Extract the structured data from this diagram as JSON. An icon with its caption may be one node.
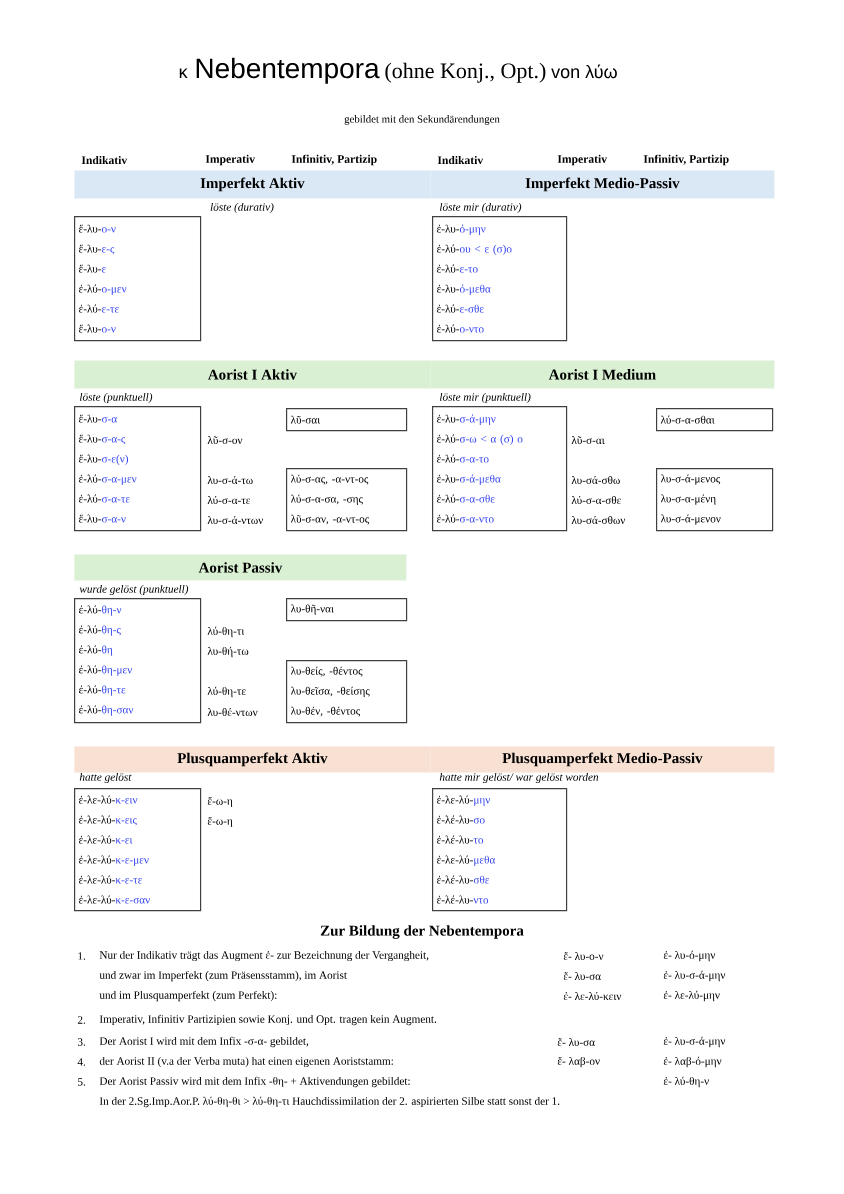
{
  "diagram": {
    "title": "Nebentempora",
    "nodes": [
      {
        "text": [
          "Imperfekt Aktiv"
        ]
      },
      {
        "text": [
          "Imperfekt Medio-Passiv"
        ]
      },
      {
        "text": [
          "ἔ-λυ-",
          "ο-ν",
          "ἔ-λυ-",
          "ε-ς",
          "ἔ-λυ-",
          "ε",
          "ἐ-λύ-",
          "ο-μεν",
          "ἐ-λύ-",
          "ε-τε",
          "ἔ-λυ-",
          "ο-ν"
        ]
      },
      {
        "text": [
          "ἐ-λυ-",
          "ό-μην",
          "ἐ-λύ-",
          "ου < ε (σ)ο",
          "ἐ-λύ-",
          "ε-το",
          "ἐ-λυ-",
          "ό-μεθα",
          "ἐ-λύ-",
          "ε-σθε",
          "ἐ-λύ-",
          "ο-ντο"
        ]
      },
      {
        "text": [
          "Aorist I Aktiv"
        ]
      },
      {
        "text": [
          "Aorist I Medium"
        ]
      },
      {
        "text": [
          "ἔ-λυ-",
          "σ-α",
          "ἔ-λυ-",
          "σ-α-ς",
          "ἔ-λυ-",
          "σ-ε(ν)",
          "ἐ-λύ-",
          "σ-α-μεν",
          "ἐ-λύ-",
          "σ-α-τε",
          "ἔ-λυ-",
          "σ-α-ν"
        ]
      },
      {
        "text": [
          "λῦ-σαι"
        ]
      },
      {
        "text": [
          "λύ-σ-ας, -α-ντ-ος",
          "λύ-σ-α-σα, -σης",
          "λῦ-σ-αν, -α-ντ-ος"
        ]
      },
      {
        "text": [
          "ἐ-λυ-",
          "σ-ά-μην",
          "ἐ-λύ-",
          "σ-ω < α (σ) ο",
          "ἐ-λύ-",
          "σ-α-το",
          "ἐ-λυ-",
          "σ-ά-μεθα",
          "ἐ-λύ-",
          "σ-α-σθε",
          "ἐ-λύ-",
          "σ-α-ντο"
        ]
      },
      {
        "text": [
          "λύ-σ-α-σθαι"
        ]
      },
      {
        "text": [
          "λυ-σ-ά-μενος",
          "λυ-σ-α-μένη",
          "λυ-σ-ά-μενον"
        ]
      },
      {
        "text": [
          "Aorist Passiv"
        ]
      },
      {
        "text": [
          "ἐ-λύ-",
          "θη-ν",
          "ἐ-λύ-",
          "θη-ς",
          "ἐ-λύ-",
          "θη",
          "ἐ-λύ-",
          "θη-μεν",
          "ἐ-λύ-",
          "θη-τε",
          "ἐ-λύ-",
          "θη-σαν"
        ]
      },
      {
        "text": [
          "λυ-θῆ-ναι"
        ]
      },
      {
        "text": [
          "λυ-θείς, -θέντος",
          "λυ-θεῖσα, -θείσης",
          "λυ-θέν, -θέντος"
        ]
      },
      {
        "text": [
          "Plusquamperfekt Aktiv"
        ]
      },
      {
        "text": [
          "Plusquamperfekt Medio-Passiv"
        ]
      },
      {
        "text": [
          "ἐ-λε-λύ-",
          "κ-ειν",
          "ἐ-λε-λύ-",
          "κ-εις",
          "ἐ-λε-λύ-",
          "κ-ει",
          "ἐ-λε-λύ-",
          "κ-ε-μεν",
          "ἐ-λε-λύ-",
          "κ-ε-τε",
          "ἐ-λε-λύ-",
          "κ-ε-σαν"
        ]
      },
      {
        "text": [
          "ἐ-λε-λύ-",
          "μην",
          "ἐ-λέ-λυ-",
          "σο",
          "ἐ-λέ-λυ-",
          "το",
          "ἐ-λε-λύ-",
          "μεθα",
          "ἐ-λέ-λυ-",
          "σθε",
          "ἐ-λέ-λυ-",
          "ντο"
        ]
      }
    ],
    "labels": [
      "κ",
      "(ohne Konj., Opt.)",
      "von λύω",
      "gebildet mit den Sekundärendungen",
      "Indikativ",
      "Imperativ",
      "Infinitiv, Partizip",
      "Indikativ",
      "Imperativ",
      "Infinitiv, Partizip",
      "löste (durativ)",
      "löste mir (durativ)",
      "löste (punktuell)",
      "löste mir (punktuell)",
      "λῦ-σ-ον",
      "λυ-σ-ά-τω",
      "λύ-σ-α-τε",
      "λυ-σ-ά-ντων",
      "λῦ-σ-αι",
      "λυ-σά-σθω",
      "λύ-σ-α-σθε",
      "λυ-σά-σθων",
      "wurde gelöst (punktuell)",
      "λύ-θη-τι",
      "λυ-θή-τω",
      "λύ-θη-τε",
      "λυ-θέ-ντων",
      "hatte gelöst",
      "ἔ-ω-η",
      "ἔ-ω-η",
      "hatte mir gelöst/ war gelöst worden",
      "Zur Bildung der Nebentempora",
      "1.",
      "Nur der Indikativ trägt das Augment ἐ- zur Bezeichnung der Vergangheit,",
      "ἔ- λυ-ο-ν",
      "ἐ- λυ-ό-μην",
      "und zwar im Imperfekt (zum Präsensstamm), im Aorist",
      "ἔ- λυ-σα",
      "ἐ- λυ-σ-ά-μην",
      "und im Plusquamperfekt (zum Perfekt):",
      "ἐ- λε-λύ-κειν",
      "ἐ- λε-λύ-μην",
      "2.",
      "Imperativ, Infinitiv Partizipien sowie Konj. und Opt. tragen kein Augment.",
      "3.",
      "Der Aorist I wird mit dem Infix -σ-α- gebildet,",
      "ἔ- λυ-σα",
      "ἐ- λυ-σ-ά-μην",
      "4.",
      "der Aorist II (v.a der Verba muta) hat einen eigenen Aoriststamm:",
      "ἔ- λαβ-ον",
      "ἐ- λαβ-ό-μην",
      "5.",
      "Der Aorist Passiv wird mit dem Infix -θη- + Aktivendungen gebildet:",
      "ἐ- λύ-θη-ν",
      "In der 2.Sg.Imp.Aor.P. λύ-θη-θι > λύ-θη-τι Hauchdissimilation der 2. aspirierten Silbe statt sonst der 1."
    ]
  }
}
